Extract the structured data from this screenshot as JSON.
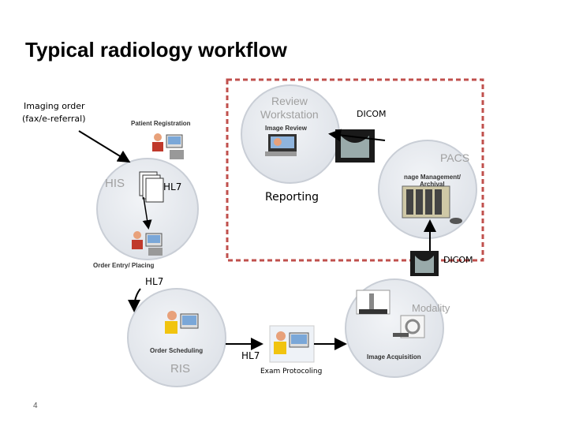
{
  "title": "Typical radiology workflow",
  "order_label": [
    "Imaging order",
    "(fax/e-referral)"
  ],
  "nodes": {
    "his": {
      "name": "HIS",
      "sub_top": "Patient Registration",
      "sub_bottom": "Order Entry/ Placing"
    },
    "review": {
      "name": [
        "Review",
        "Workstation"
      ],
      "sub": "Image Review"
    },
    "pacs": {
      "name": "PACS",
      "sub": [
        "nage Management/",
        "Archival"
      ]
    },
    "ris": {
      "name": "RIS",
      "sub": "Order Scheduling"
    },
    "modality": {
      "name": "Modality",
      "sub": "Image Acquisition"
    }
  },
  "labels": {
    "dicom_top": "DICOM",
    "dicom_right": "DICOM",
    "hl7_his": "HL7",
    "hl7_left": "HL7",
    "hl7_bottom": "HL7",
    "reporting": "Reporting",
    "exam_protocoling": "Exam Protocoling"
  },
  "page_number": "4",
  "colors": {
    "circle_fill": "#e6e9ee",
    "circle_stroke": "#c9ced6",
    "dashed_box": "#c0504d",
    "arrow": "#000000"
  }
}
